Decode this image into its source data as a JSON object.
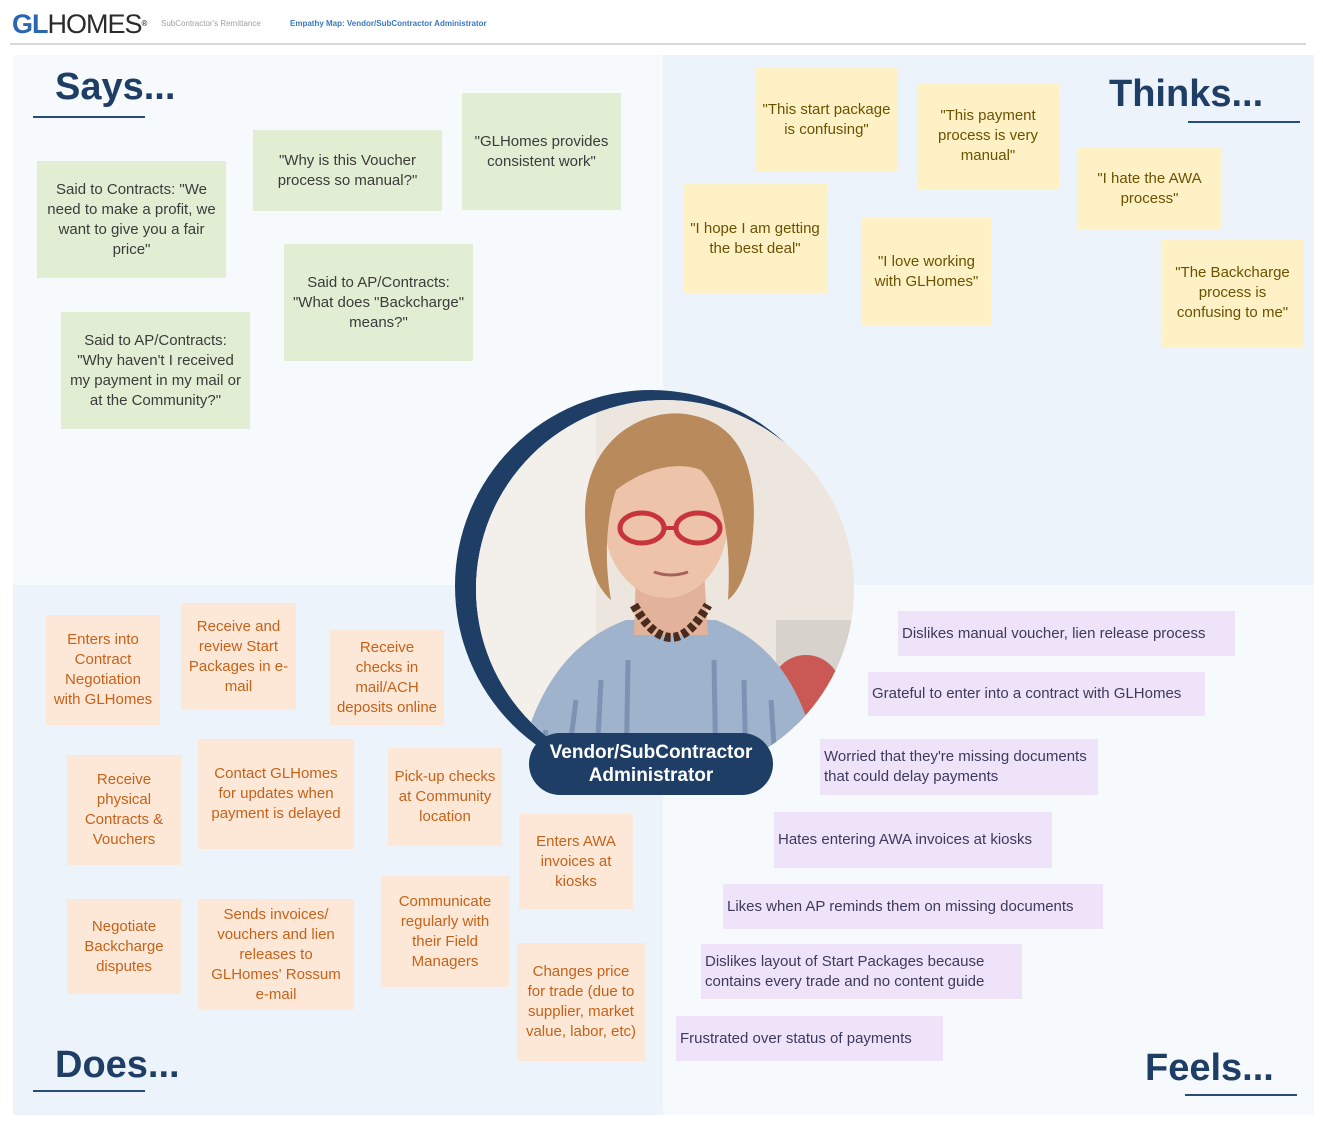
{
  "header": {
    "logo_gl": "GL",
    "logo_homes": "HOMES",
    "logo_reg": "®",
    "crumb_1": "SubContractor's Remittance",
    "crumb_2": "Empathy Map: Vendor/SubContractor Administrator"
  },
  "quadrants": {
    "says": "Says...",
    "thinks": "Thinks...",
    "does": "Does...",
    "feels": "Feels..."
  },
  "persona": {
    "name": "Vendor/SubContractor Administrator",
    "photo_alt": "Persona photo"
  },
  "says_notes": [
    "Said to Contracts: \"We need to make a profit, we want to give you a fair price\"",
    "\"Why is this Voucher process so manual?\"",
    "\"GLHomes provides consistent work\"",
    "Said to AP/Contracts: \"What does \"Backcharge\" means?\"",
    "Said to AP/Contracts: \"Why haven't I received my payment in my mail or at the Community?\""
  ],
  "thinks_notes": [
    "\"This start package is confusing\"",
    "\"This payment process is very manual\"",
    "\"I hate the AWA process\"",
    "\"I hope I am getting the best deal\"",
    "\"I love working with GLHomes\"",
    "\"The Backcharge process is confusing to me\""
  ],
  "does_notes": [
    "Enters into Contract Negotiation with GLHomes",
    "Receive and review Start Packages in e-mail",
    "Receive checks in mail/ACH deposits online",
    "Receive physical Contracts & Vouchers",
    "Contact GLHomes for updates when payment is delayed",
    "Pick-up checks at Community location",
    "Enters AWA invoices at kiosks",
    "Negotiate Backcharge disputes",
    "Sends invoices/ vouchers and lien releases to GLHomes' Rossum e-mail",
    "Communicate regularly with their Field Managers",
    "Changes price for trade (due to supplier, market value, labor, etc)"
  ],
  "feels_notes": [
    "Dislikes manual voucher, lien release process",
    "Grateful to enter into a contract with GLHomes",
    "Worried that they're missing documents that could delay payments",
    "Hates entering AWA invoices at kiosks",
    "Likes when AP reminds them on missing documents",
    "Dislikes layout of Start Packages because contains every trade and no content guide",
    "Frustrated over status of payments"
  ],
  "colors": {
    "navy": "#1f3e66",
    "says_note": "#e2eed4",
    "thinks_note": "#fff1c6",
    "does_note": "#fde8d7",
    "feels_note": "#efe3f9"
  }
}
